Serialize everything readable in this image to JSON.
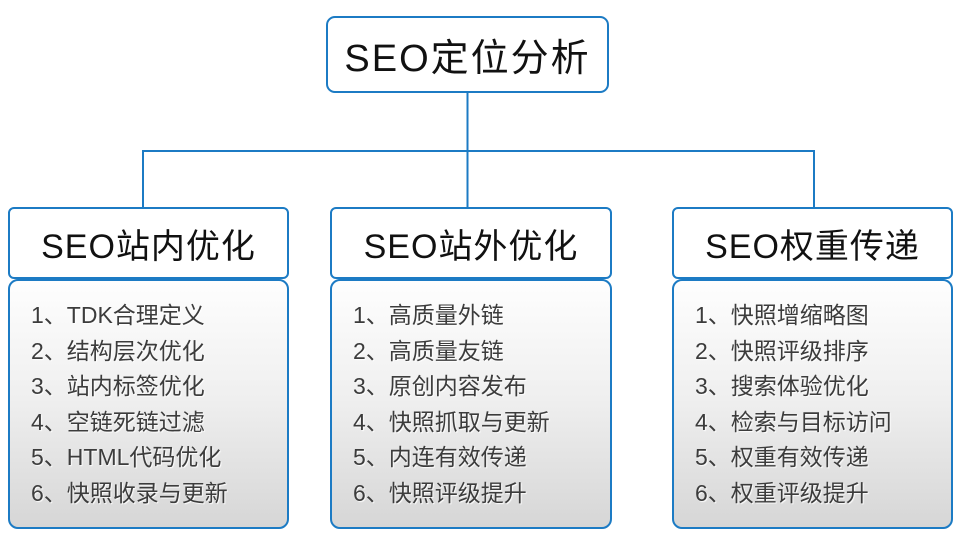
{
  "colors": {
    "accent": "#1c7bc4"
  },
  "root": {
    "title": "SEO定位分析"
  },
  "columns": [
    {
      "id": "onsite",
      "header": "SEO站内优化",
      "items": [
        "1、TDK合理定义",
        "2、结构层次优化",
        "3、站内标签优化",
        "4、空链死链过滤",
        "5、HTML代码优化",
        "6、快照收录与更新"
      ]
    },
    {
      "id": "offsite",
      "header": "SEO站外优化",
      "items": [
        "1、高质量外链",
        "2、高质量友链",
        "3、原创内容发布",
        "4、快照抓取与更新",
        "5、内连有效传递",
        "6、快照评级提升"
      ]
    },
    {
      "id": "weight",
      "header": "SEO权重传递",
      "items": [
        "1、快照增缩略图",
        "2、快照评级排序",
        "3、搜索体验优化",
        "4、检索与目标访问",
        "5、权重有效传递",
        "6、权重评级提升"
      ]
    }
  ]
}
